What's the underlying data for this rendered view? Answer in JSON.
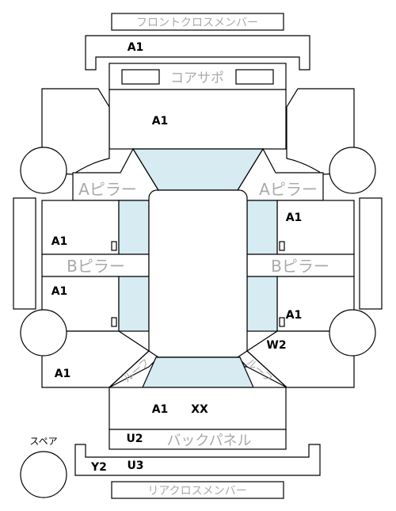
{
  "parts": {
    "front_cross_member": "フロントクロスメンバー",
    "core_support": "コアサポ",
    "a_pillar": "Aピラー",
    "b_pillar": "Bピラー",
    "roof": "ルーフ",
    "back_panel": "バックパネル",
    "rear_cross_member": "リアクロスメンバー",
    "spare": "スペア"
  },
  "codes": {
    "front_cross_member": "A1",
    "hood": "A1",
    "right_front_door": "A1",
    "left_front_door": "A1",
    "left_rear_door": "A1",
    "right_rear_door": "A1",
    "right_rear_quarter": "W2",
    "left_rear_quarter": "A1",
    "trunk_lid": "A1",
    "trunk_lid_extra": "XX",
    "back_panel": "U2",
    "rear_cross_member_left": "Y2",
    "rear_cross_member": "U3"
  }
}
